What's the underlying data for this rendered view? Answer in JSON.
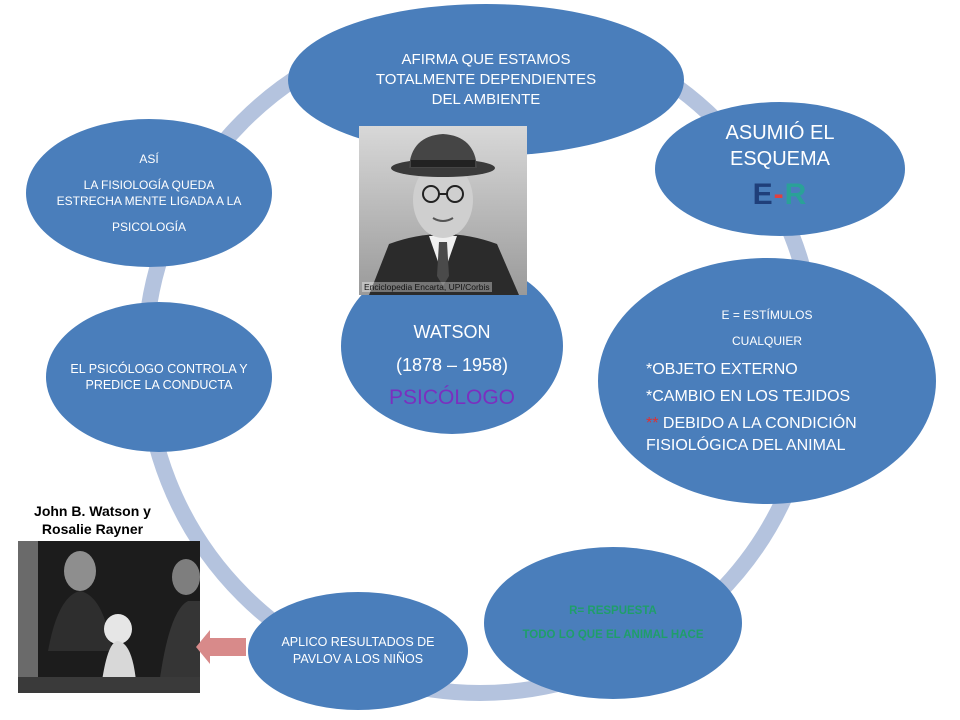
{
  "nodes": {
    "top": {
      "lines": [
        "AFIRMA QUE ESTAMOS",
        "TOTALMENTE DEPENDIENTES",
        "DEL AMBIENTE"
      ]
    },
    "er": {
      "heading_lines": [
        "ASUMIÓ EL",
        "ESQUEMA"
      ],
      "e": "E",
      "dash": "-",
      "r": "R"
    },
    "right": {
      "small1": "E = ESTÍMULOS",
      "small2": "CUALQUIER",
      "item1": "*OBJETO EXTERNO",
      "item2": "*CAMBIO EN LOS TEJIDOS",
      "item3_marker": "**",
      "item3": " DEBIDO A LA CONDICIÓN FISIOLÓGICA DEL ANIMAL"
    },
    "bottom_right": {
      "line1": "R= RESPUESTA",
      "line2": "TODO LO QUE EL ANIMAL HACE"
    },
    "bottom_left": {
      "text": "APLICO RESULTADOS DE PAVLOV A LOS NIÑOS"
    },
    "left": {
      "text": "EL PSICÓLOGO CONTROLA Y PREDICE LA CONDUCTA"
    },
    "upper_left": {
      "line1": "ASÍ",
      "line2": "LA FISIOLOGÍA QUEDA ESTRECHA MENTE LIGADA A LA",
      "line3": "PSICOLOGÍA"
    },
    "center": {
      "name": "WATSON",
      "years": "(1878 – 1958)",
      "role": "PSICÓLOGO"
    }
  },
  "portrait_caption": "Enciclopedia Encarta, UPI/Corbis",
  "photo_caption": "John B. Watson y Rosalie Rayner",
  "colors": {
    "node_fill": "#4a7ebb",
    "ring": "#b4c3de",
    "role_text": "#7b2fbf",
    "response_text": "#1f9e6a",
    "arrow": "#d88a8a"
  }
}
